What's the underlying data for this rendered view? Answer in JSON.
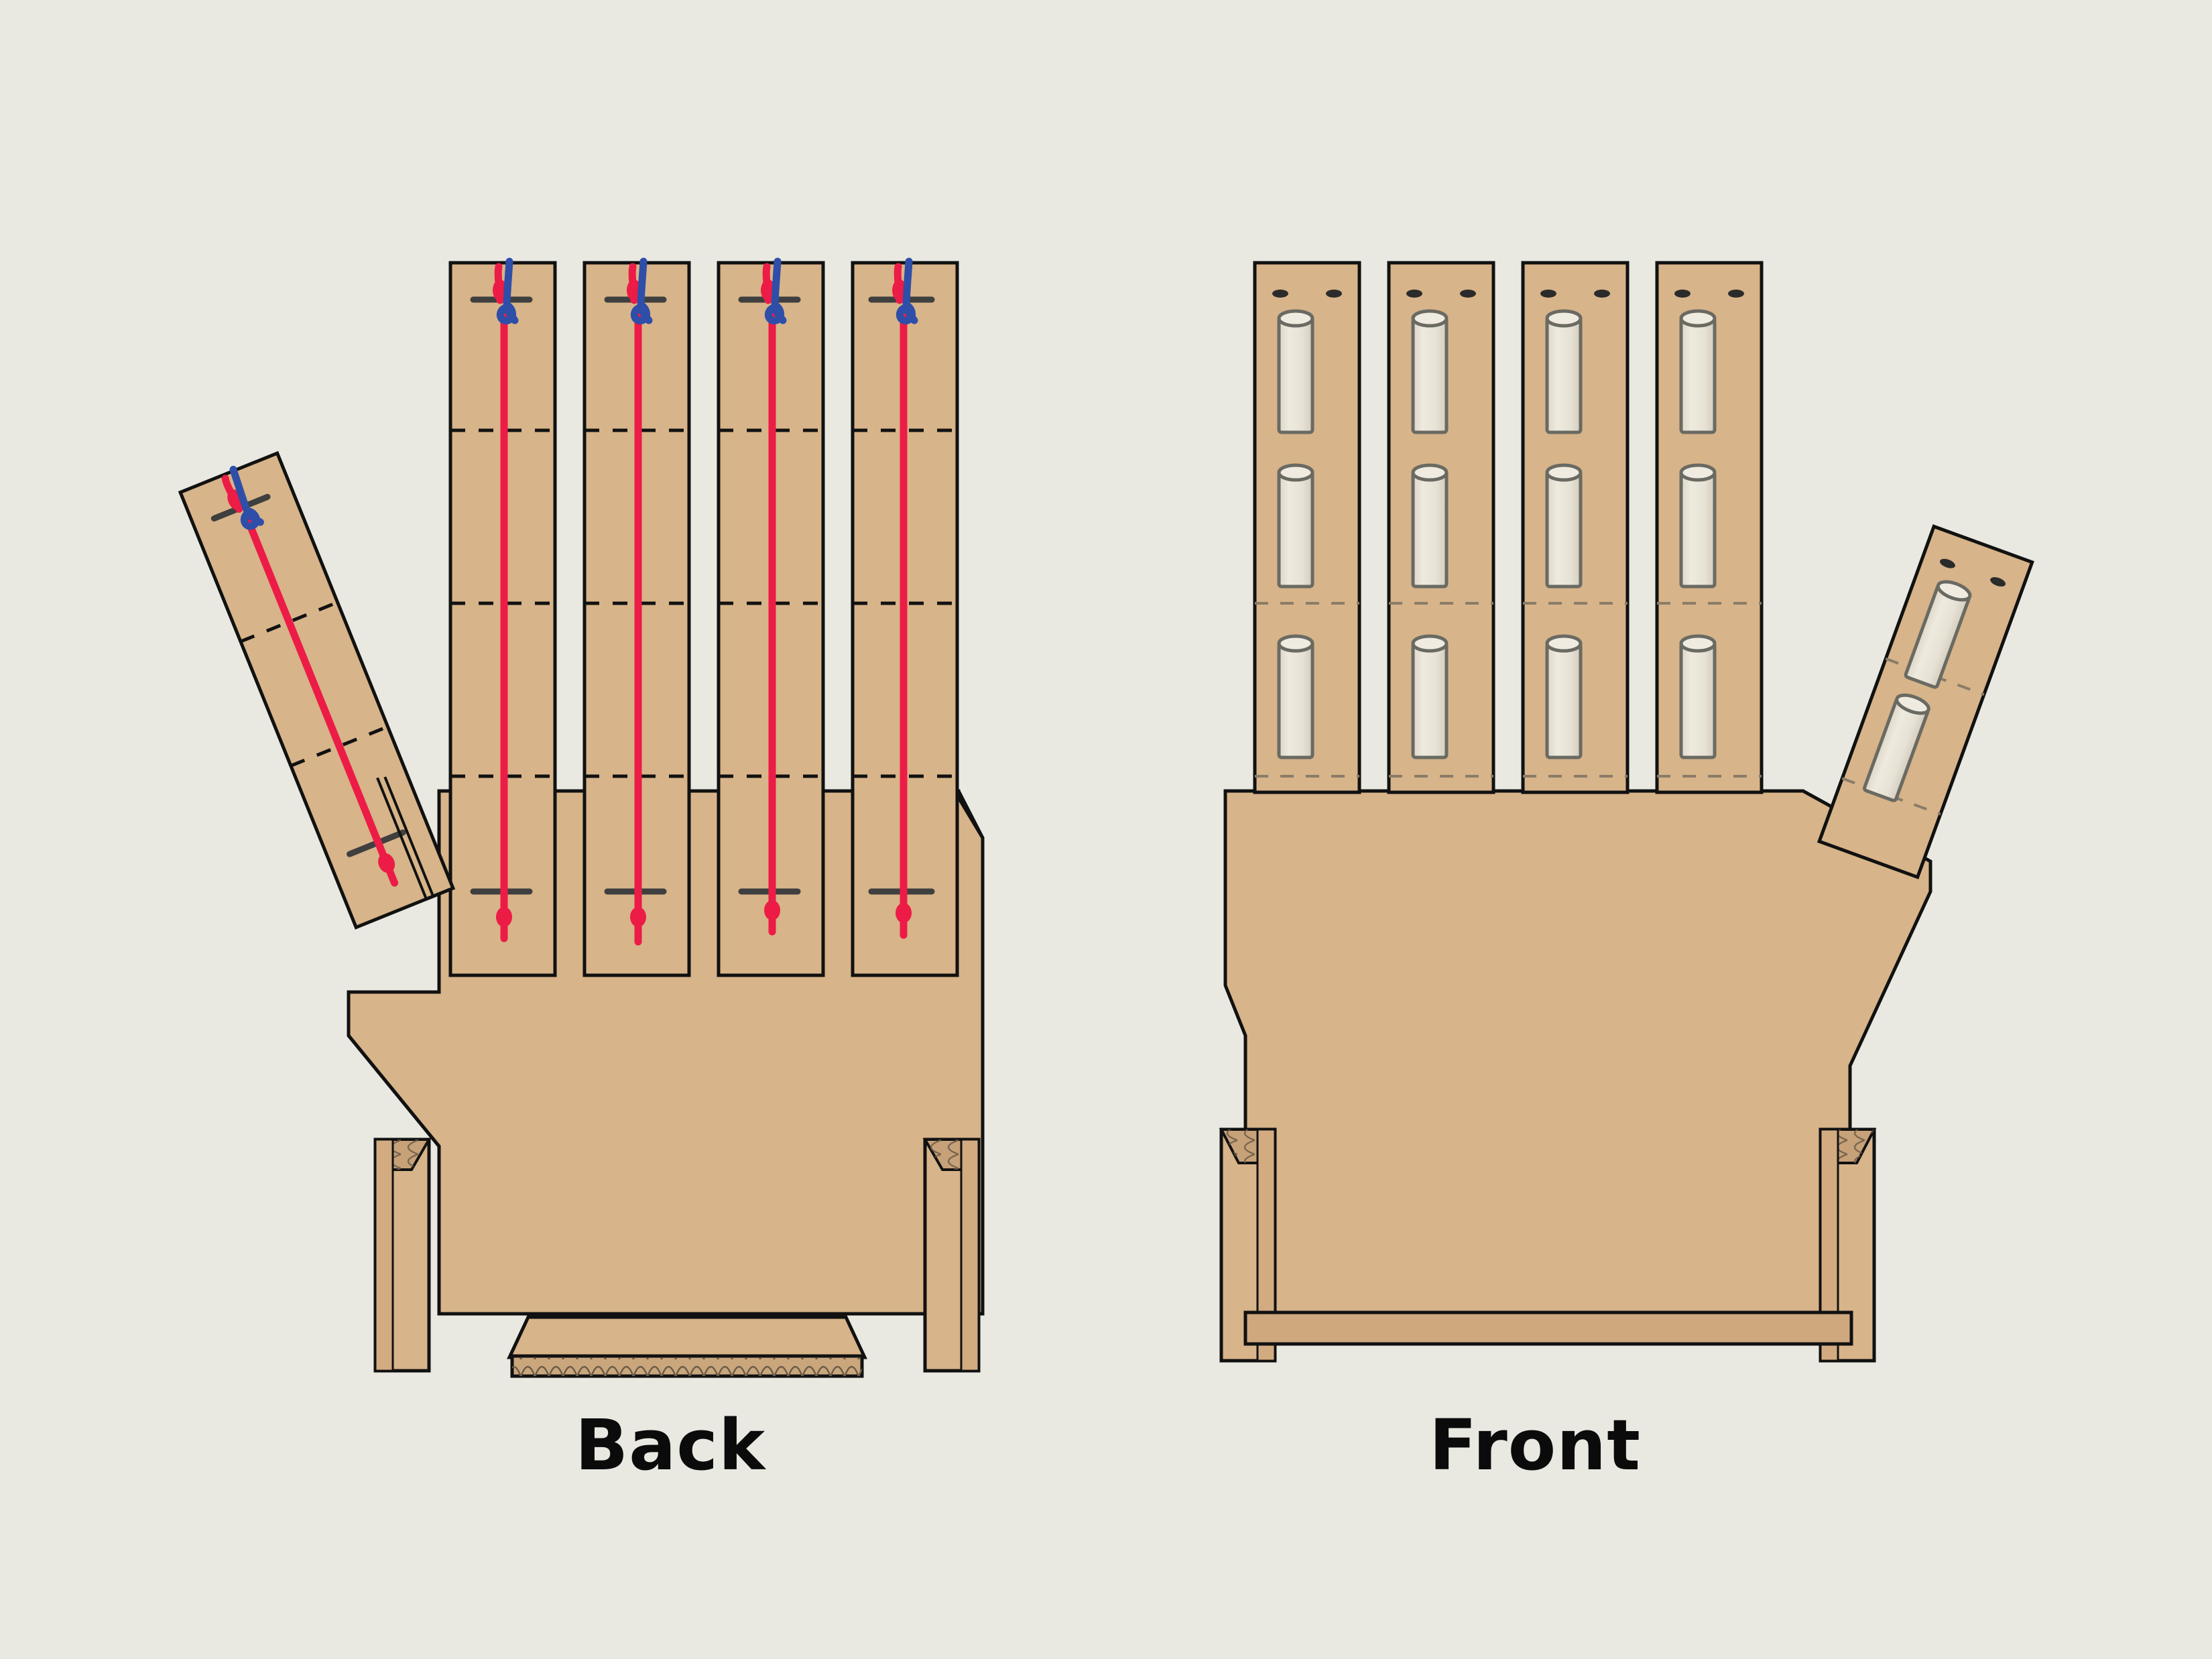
{
  "page": {
    "background_color": "#e9e9e2",
    "title_back": "Back",
    "title_front": "Front"
  },
  "colors": {
    "background": "#e9e9e2",
    "cardboard": "#d7b489",
    "cardboard_edge": "#c9a67c",
    "cardboard_shadow": "#c29d72",
    "outline": "#111111",
    "fold_line": "#111111",
    "crease_line_soft": "#8a7c68",
    "thread_red": "#ec1c46",
    "thread_blue": "#2f4ea8",
    "marker_dark": "#3f3f3f",
    "straw_fill": "#e7e2d6",
    "straw_stroke": "#6a6a63",
    "flute_stroke": "#6b5b47"
  },
  "views": [
    {
      "id": "back",
      "label": "Back",
      "description": "Back of cardboard robotic hand template",
      "fingers": [
        {
          "name": "index-finger",
          "segments": 4,
          "has_thread": true,
          "thread_color": "thread_red",
          "knot_color": "thread_blue"
        },
        {
          "name": "middle-finger",
          "segments": 4,
          "has_thread": true,
          "thread_color": "thread_red",
          "knot_color": "thread_blue"
        },
        {
          "name": "ring-finger",
          "segments": 4,
          "has_thread": true,
          "thread_color": "thread_red",
          "knot_color": "thread_blue"
        },
        {
          "name": "pinky-finger",
          "segments": 4,
          "has_thread": true,
          "thread_color": "thread_red",
          "knot_color": "thread_blue"
        }
      ],
      "thumb": {
        "name": "thumb",
        "segments": 3,
        "has_thread": true,
        "angle_degrees": -22
      },
      "palm": {
        "name": "palm-panel",
        "has_side_flaps": true,
        "has_bottom_flap": true,
        "bottom_flap_corrugated": true
      },
      "markers": {
        "tip_tick_count": 5,
        "base_tick_count": 5,
        "fold_dash_rows": 2
      }
    },
    {
      "id": "front",
      "label": "Front",
      "description": "Front of cardboard robotic hand template with straw guides",
      "fingers": [
        {
          "name": "index-finger",
          "straws": 3,
          "guide_dots": 2
        },
        {
          "name": "middle-finger",
          "straws": 3,
          "guide_dots": 2
        },
        {
          "name": "ring-finger",
          "straws": 3,
          "guide_dots": 2
        },
        {
          "name": "pinky-finger",
          "straws": 3,
          "guide_dots": 2
        }
      ],
      "thumb": {
        "name": "thumb",
        "straws": 2,
        "guide_dots": 2,
        "angle_degrees": -22
      },
      "palm": {
        "name": "palm-panel",
        "has_side_flaps": true,
        "has_bottom_flap": true,
        "bottom_flap_corrugated": false
      }
    }
  ],
  "chart_data": {
    "type": "diagram",
    "title": "Cardboard robotic hand — Back and Front templates",
    "panels": [
      "Back",
      "Front"
    ],
    "finger_count": 4,
    "thumb_count": 1,
    "straws_per_finger_front": 3,
    "straws_per_thumb_front": 2,
    "thread_color": "#ec1c46",
    "knot_color": "#2f4ea8"
  }
}
